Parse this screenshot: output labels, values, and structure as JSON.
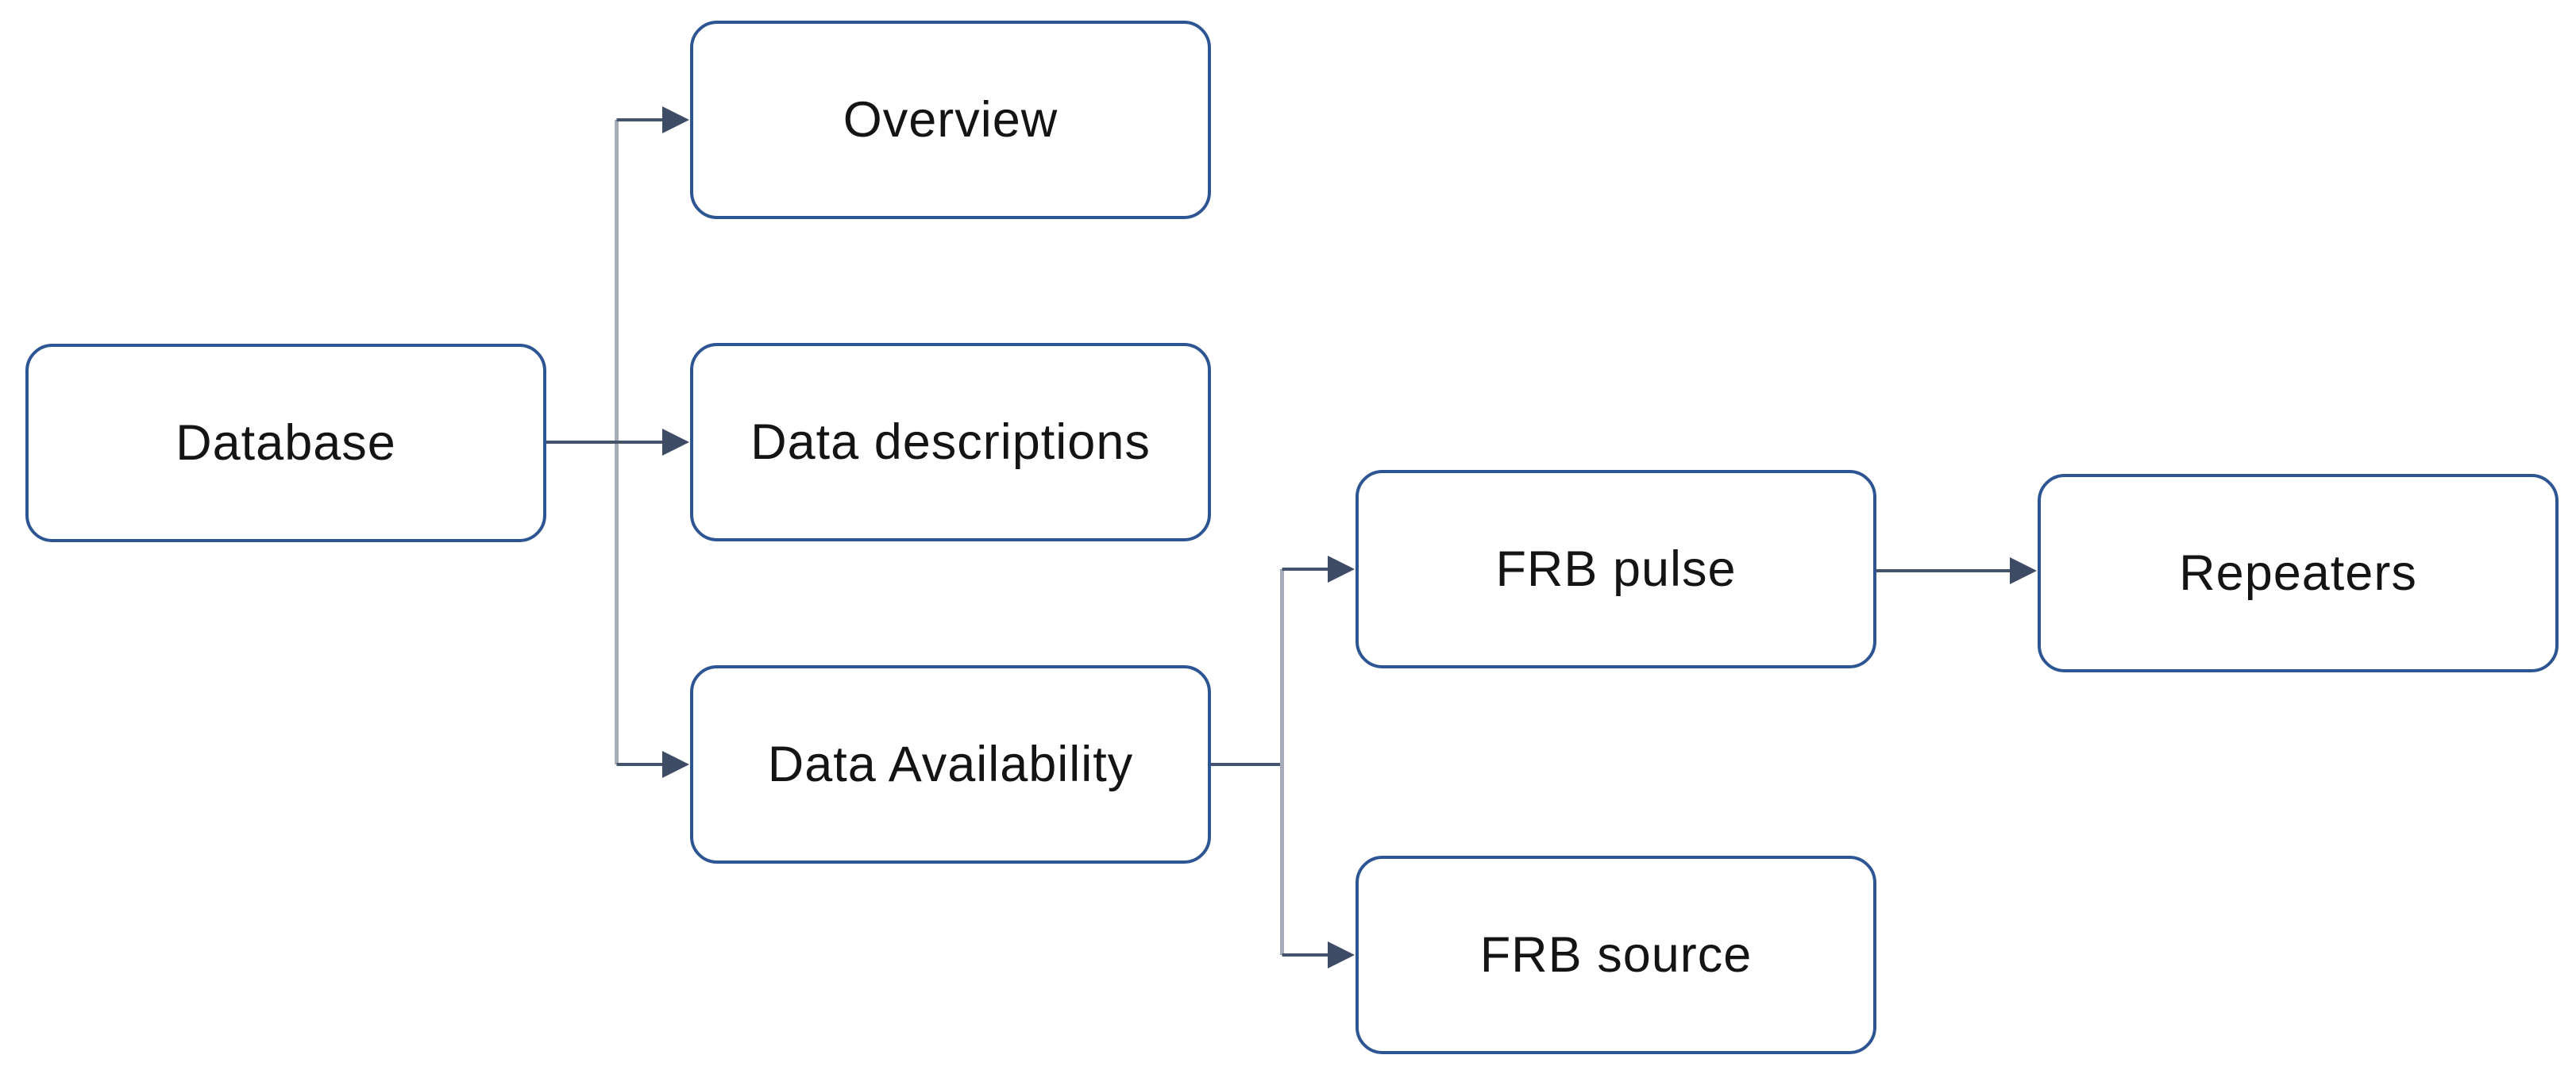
{
  "diagram": {
    "type": "flowchart",
    "background": "#FFFFFF",
    "nodes": {
      "database": {
        "label": "Database"
      },
      "overview": {
        "label": "Overview"
      },
      "data_descriptions": {
        "label": "Data descriptions"
      },
      "data_availability": {
        "label": "Data Availability"
      },
      "frb_pulse": {
        "label": "FRB pulse"
      },
      "frb_source": {
        "label": "FRB source"
      },
      "repeaters": {
        "label": "Repeaters"
      }
    },
    "edges": [
      {
        "from": "database",
        "to": "overview"
      },
      {
        "from": "database",
        "to": "data_descriptions"
      },
      {
        "from": "database",
        "to": "data_availability"
      },
      {
        "from": "data_availability",
        "to": "frb_pulse"
      },
      {
        "from": "data_availability",
        "to": "frb_source"
      },
      {
        "from": "frb_pulse",
        "to": "repeaters"
      }
    ],
    "colors": {
      "node_border": "#2E5593",
      "node_fill": "#FFFFFF",
      "text": "#141414",
      "connector": "#44546A",
      "connector_branch": "#A6ADB8",
      "arrowhead": "#3D4C64"
    }
  }
}
